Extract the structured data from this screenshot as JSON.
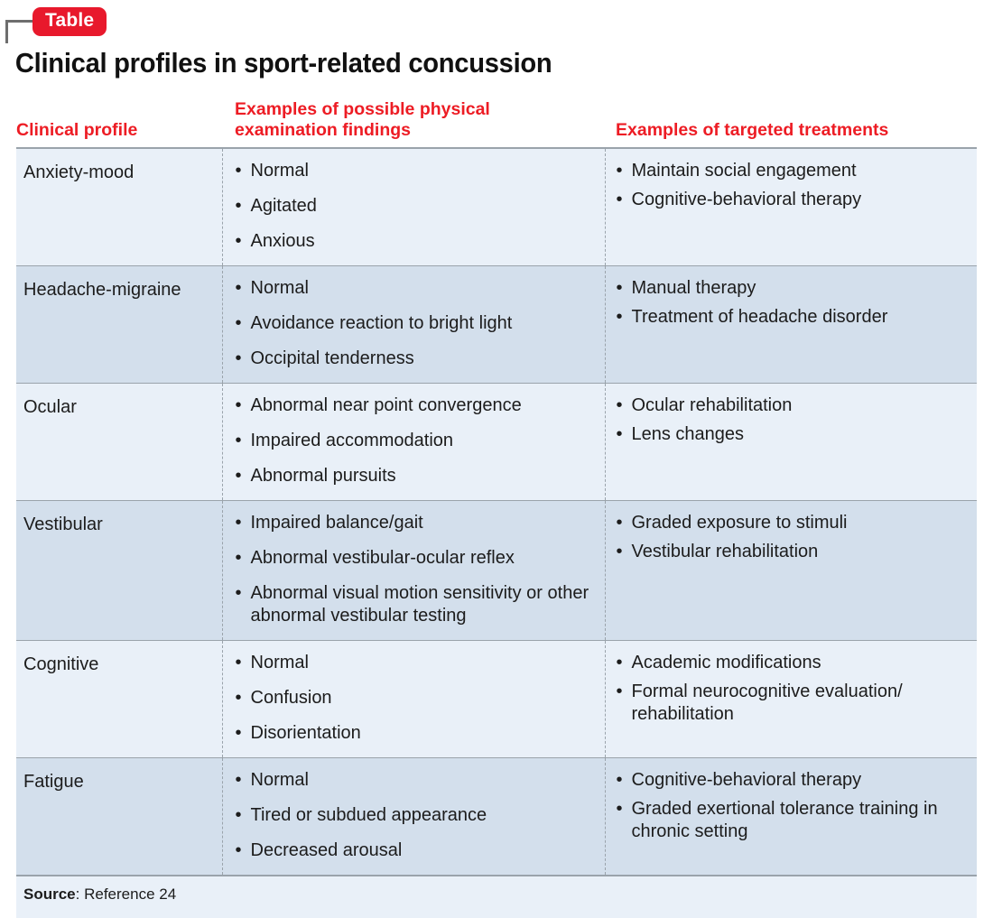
{
  "badge": {
    "label": "Table"
  },
  "title": "Clinical profiles in sport-related concussion",
  "colors": {
    "badge_red": "#e8192c",
    "header_red": "#ed1c24",
    "row_light": "#e9f0f8",
    "row_dark": "#d3dfec",
    "rule_gray": "#9aa3ab",
    "bracket_gray": "#6e6e6e",
    "text_black": "#1c1c1c"
  },
  "table": {
    "headers": {
      "profile": "Clinical profile",
      "findings_line1": "Examples of possible physical",
      "findings_line2": "examination findings",
      "treatments": "Examples of targeted treatments"
    },
    "rows": [
      {
        "profile": "Anxiety-mood",
        "findings": [
          "Normal",
          "Agitated",
          "Anxious"
        ],
        "treatments": [
          "Maintain social engagement",
          "Cognitive-behavioral therapy"
        ]
      },
      {
        "profile": "Headache-migraine",
        "findings": [
          "Normal",
          "Avoidance reaction to bright light",
          "Occipital tenderness"
        ],
        "treatments": [
          "Manual therapy",
          "Treatment of headache disorder"
        ]
      },
      {
        "profile": "Ocular",
        "findings": [
          "Abnormal near point convergence",
          "Impaired accommodation",
          "Abnormal pursuits"
        ],
        "treatments": [
          "Ocular rehabilitation",
          "Lens changes"
        ]
      },
      {
        "profile": "Vestibular",
        "findings": [
          "Impaired balance/gait",
          "Abnormal vestibular-ocular reflex",
          "Abnormal visual motion sensitivity or other abnormal vestibular testing"
        ],
        "treatments": [
          "Graded exposure to stimuli",
          "Vestibular rehabilitation"
        ]
      },
      {
        "profile": "Cognitive",
        "findings": [
          "Normal",
          "Confusion",
          "Disorientation"
        ],
        "treatments": [
          "Academic modifications",
          "Formal neurocognitive evaluation/ rehabilitation"
        ]
      },
      {
        "profile": "Fatigue",
        "findings": [
          "Normal",
          "Tired or subdued appearance",
          "Decreased arousal"
        ],
        "treatments": [
          "Cognitive-behavioral therapy",
          "Graded exertional tolerance training in chronic setting"
        ]
      }
    ]
  },
  "source": {
    "label": "Source",
    "separator": ": ",
    "value": "Reference 24"
  }
}
